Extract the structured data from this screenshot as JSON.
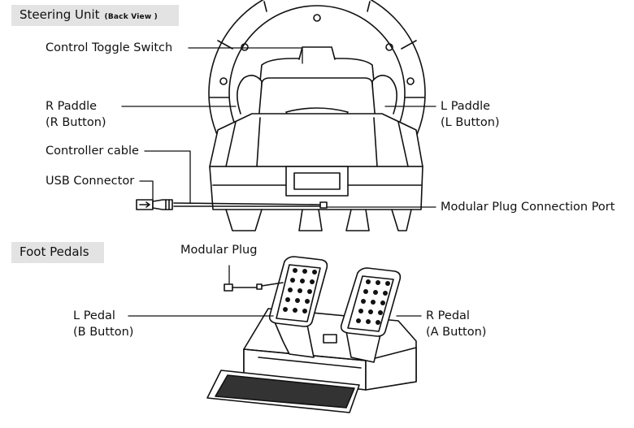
{
  "sections": {
    "steering": {
      "title": "Steering Unit",
      "subtitle": "(Back View )"
    },
    "pedals": {
      "title": "Foot Pedals"
    }
  },
  "labels": {
    "control_toggle": "Control Toggle Switch",
    "r_paddle_line1": "R Paddle",
    "r_paddle_line2": "(R Button)",
    "l_paddle_line1": "L Paddle",
    "l_paddle_line2": "(L Button)",
    "controller_cable": "Controller cable",
    "usb_connector": "USB Connector",
    "modular_port": "Modular Plug Connection Port",
    "modular_plug": "Modular Plug",
    "l_pedal_line1": "L Pedal",
    "l_pedal_line2": "(B Button)",
    "r_pedal_line1": "R Pedal",
    "r_pedal_line2": "(A Button)"
  },
  "colors": {
    "header_bg": "#e3e3e3",
    "line": "#111111"
  }
}
